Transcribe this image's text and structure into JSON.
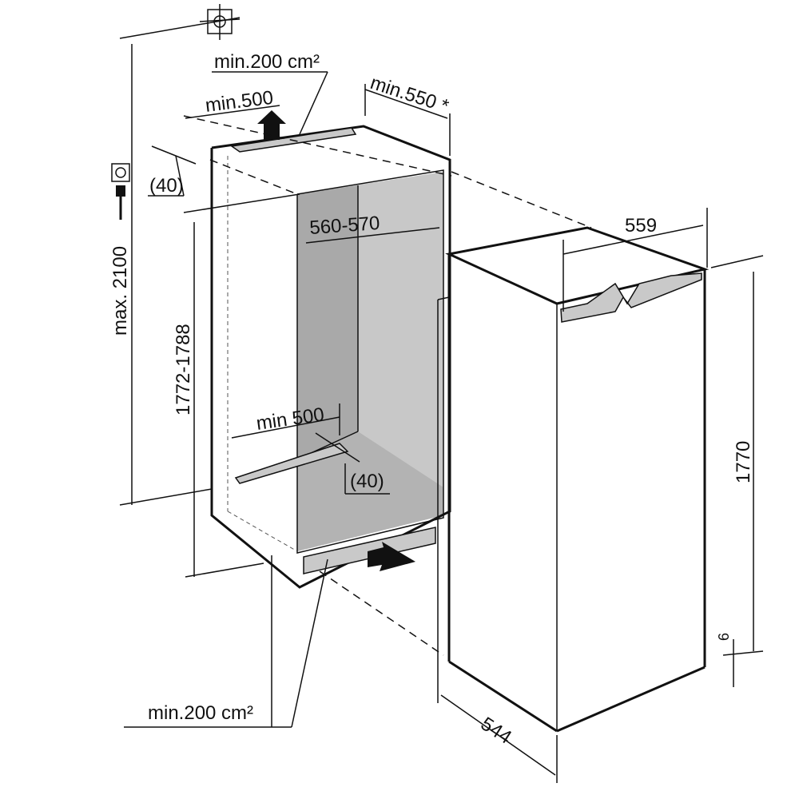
{
  "diagram": {
    "labels": {
      "top_vent_area": "min.200 cm²",
      "top_vent_width": "min.500",
      "niche_depth": "min.550 *",
      "top_gap": "(40)",
      "max_height": "max. 2100",
      "niche_height": "1772-1788",
      "niche_width": "560-570",
      "appliance_width": "559",
      "appliance_height": "1770",
      "bottom_offset": "6",
      "bottom_vent_width": "min 500",
      "bottom_gap": "(40)",
      "bottom_vent_area": "min.200 cm²",
      "appliance_depth": "544"
    },
    "icons": [
      "water-connection-icon",
      "power-socket-icon",
      "power-plug-icon"
    ],
    "colors": {
      "line": "#111111",
      "niche_interior_dark": "#a9a9a9",
      "niche_interior_light": "#c8c8c8",
      "vent": "#c9c9c9"
    }
  }
}
